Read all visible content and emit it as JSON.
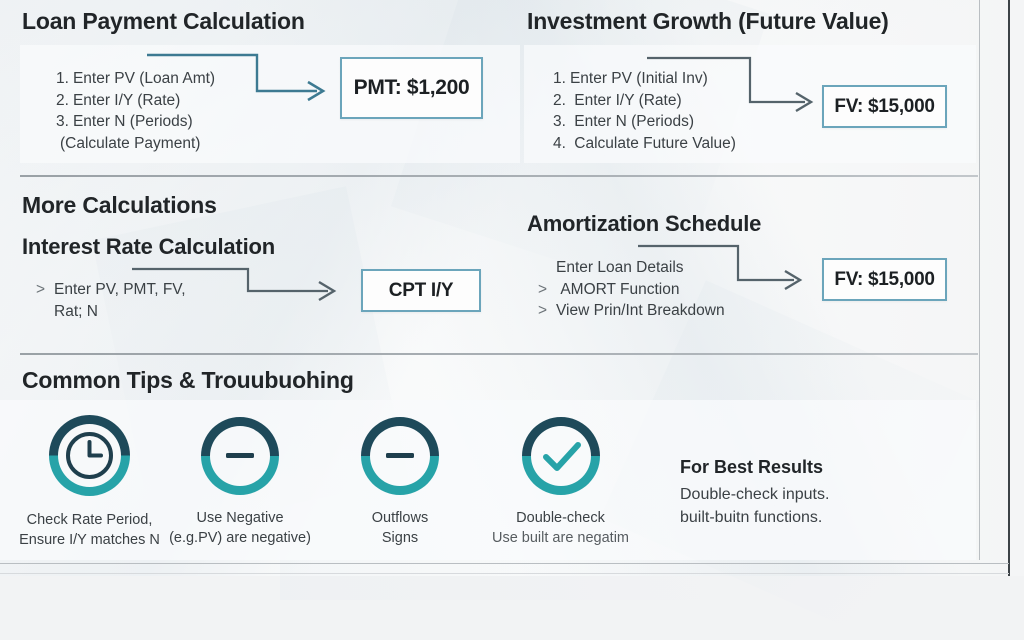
{
  "theme": {
    "accent_teal": "#27a3a8",
    "accent_dark": "#1e4a5a",
    "connector": "#3d7a92",
    "box_border": "#6ba5bb",
    "text": "#212528",
    "text_body": "#3b4145",
    "divider": "#9aa1a6"
  },
  "sections": {
    "loan": {
      "title": "Loan Payment Calculation",
      "steps": [
        {
          "marker": "1.",
          "text": "Enter PV (Loan Amt)"
        },
        {
          "marker": "2.",
          "text": "Enter I/Y (Rate)"
        },
        {
          "marker": "3.",
          "text": "Enter N (Periods)"
        },
        {
          "marker": "",
          "text": "(Calculate Payment)"
        }
      ],
      "result": "PMT: $1,200"
    },
    "investment": {
      "title": "Investment Growth (Future Value)",
      "steps": [
        {
          "marker": "1.",
          "text": "Enter PV (Initial Inv)"
        },
        {
          "marker": "2.",
          "text": "Enter I/Y (Rate)"
        },
        {
          "marker": "3.",
          "text": "Enter N (Periods)"
        },
        {
          "marker": "4.",
          "text": "Calculate Future Value)"
        }
      ],
      "result": "FV: $15,000"
    },
    "more": {
      "title": "More Calculations"
    },
    "interest": {
      "title": "Interest Rate Calculation",
      "steps": [
        {
          "marker": ">",
          "text": "Enter PV, PMT, FV,"
        },
        {
          "marker": "",
          "text": "Rat; N"
        }
      ],
      "result": "CPT I/Y"
    },
    "amortization": {
      "title": "Amortization Schedule",
      "steps": [
        {
          "marker": "",
          "text": "Enter Loan Details"
        },
        {
          "marker": ">",
          "text": "AMORT Function"
        },
        {
          "marker": ">",
          "text": "View Prin/Int Breakdown"
        }
      ],
      "result": "FV: $15,000"
    },
    "tips": {
      "title": "Common Tips & Trouubuohing",
      "items": [
        {
          "icon": "clock-icon",
          "line1": "Check Rate Period,",
          "line2": "Ensure I/Y matches N"
        },
        {
          "icon": "minus-icon",
          "line1": "Use Negative",
          "line2": "(e.g.PV) are negative)"
        },
        {
          "icon": "minus-icon",
          "line1": "Outflows",
          "line2": "Signs"
        },
        {
          "icon": "check-icon",
          "line1": "Double-check",
          "line2": "Use built are negatim"
        }
      ],
      "best_results": {
        "heading": "For Best Results",
        "lines": [
          "Double-check inputs.",
          "built-buitn functions."
        ]
      }
    }
  }
}
